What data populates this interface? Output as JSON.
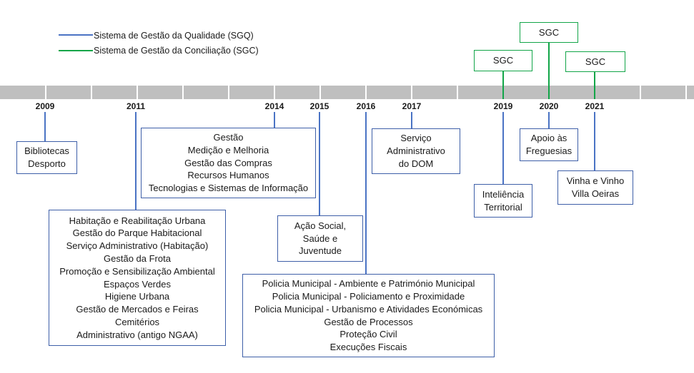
{
  "legend": {
    "sgq": {
      "label": "Sistema de Gestão da Qualidade (SGQ)",
      "color": "#4a73c4"
    },
    "sgc": {
      "label": "Sistema de Gestão da Conciliação (SGC)",
      "color": "#12a548"
    }
  },
  "colors": {
    "timeline": "#bfbfbf",
    "timeline_divider": "#ffffff",
    "box_border_sgq": "#3e5fa8",
    "box_border_sgc": "#12a548"
  },
  "years": [
    "2009",
    "2011",
    "2014",
    "2015",
    "2016",
    "2017",
    "2019",
    "2020",
    "2021"
  ],
  "entries": [
    {
      "year": "2009",
      "system": "SGQ",
      "lines": [
        "Bibliotecas",
        "Desporto"
      ]
    },
    {
      "year": "2011",
      "system": "SGQ",
      "lines": [
        "Habitação e Reabilitação Urbana",
        "Gestão do Parque Habitacional",
        "Serviço Administrativo (Habitação)",
        "Gestão da Frota",
        "Promoção e Sensibilização Ambiental",
        "Espaços Verdes",
        "Higiene Urbana",
        "Gestão de Mercados e Feiras",
        "Cemitérios",
        "Administrativo (antigo NGAA)"
      ]
    },
    {
      "year": "2014",
      "system": "SGQ",
      "lines": [
        "Gestão",
        "Medição e Melhoria",
        "Gestão das Compras",
        "Recursos Humanos",
        "Tecnologias e Sistemas de Informação"
      ]
    },
    {
      "year": "2015",
      "system": "SGQ",
      "lines": [
        "Ação Social,",
        "Saúde e",
        "Juventude"
      ]
    },
    {
      "year": "2016",
      "system": "SGQ",
      "lines": [
        "Policia Municipal - Ambiente e Património Municipal",
        "Policia Municipal - Policiamento e Proximidade",
        "Policia Municipal - Urbanismo e Atividades Económicas",
        "Gestão de Processos",
        "Proteção Civil",
        "Execuções Fiscais"
      ]
    },
    {
      "year": "2017",
      "system": "SGQ",
      "lines": [
        "Serviço",
        "Administrativo",
        "do DOM"
      ]
    },
    {
      "year": "2019",
      "system": "SGQ",
      "lines": [
        "Inteliência",
        "Territorial"
      ]
    },
    {
      "year": "2019",
      "system": "SGC",
      "lines": [
        "SGC"
      ]
    },
    {
      "year": "2020",
      "system": "SGQ",
      "lines": [
        "Apoio às",
        "Freguesias"
      ]
    },
    {
      "year": "2020",
      "system": "SGC",
      "lines": [
        "SGC"
      ]
    },
    {
      "year": "2021",
      "system": "SGQ",
      "lines": [
        "Vinha e Vinho",
        "Villa Oeiras"
      ]
    },
    {
      "year": "2021",
      "system": "SGC",
      "lines": [
        "SGC"
      ]
    }
  ]
}
